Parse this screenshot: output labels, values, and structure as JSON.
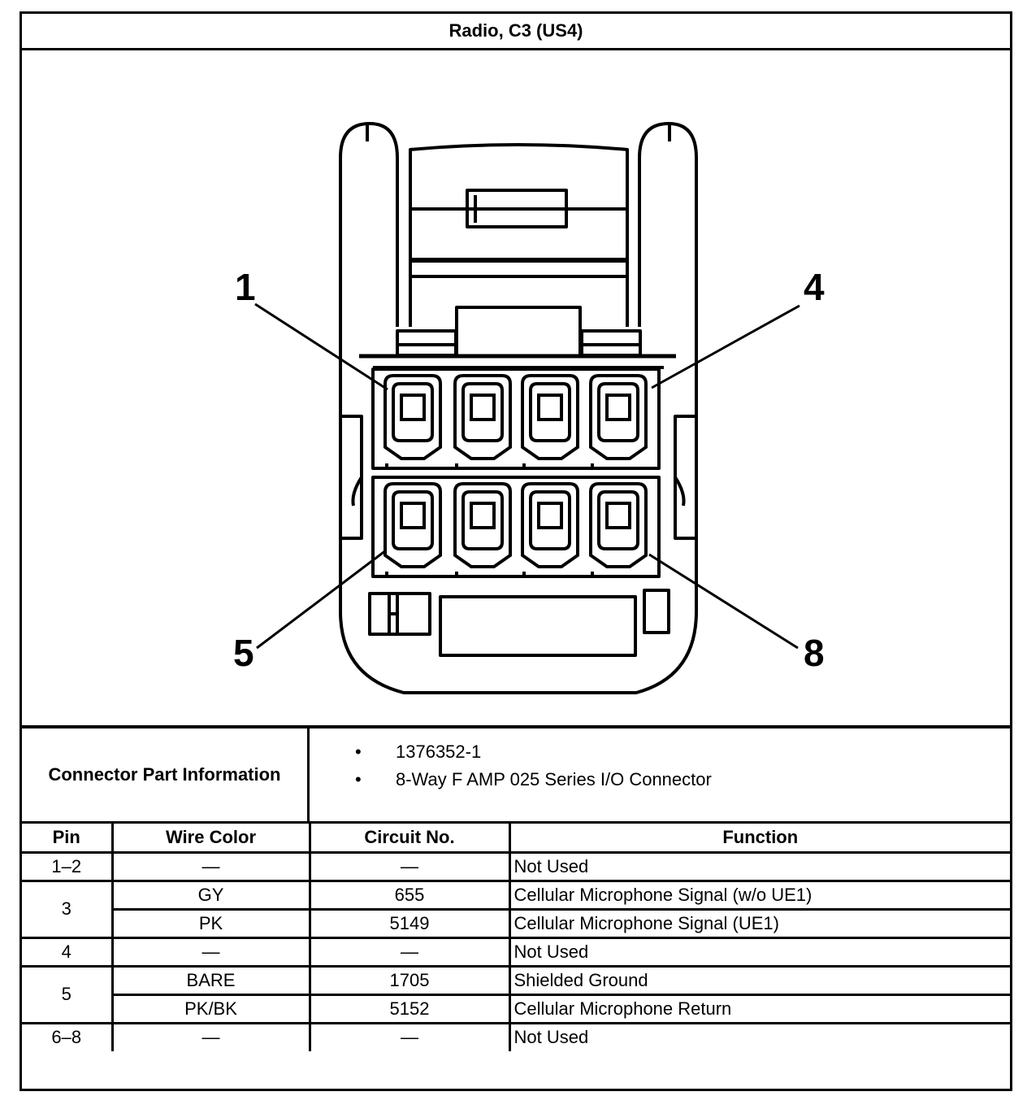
{
  "title": "Radio, C3 (US4)",
  "diagram": {
    "pin_labels": {
      "p1": "1",
      "p4": "4",
      "p5": "5",
      "p8": "8"
    }
  },
  "connector_part_info": {
    "label": "Connector Part Information",
    "items": [
      "1376352-1",
      "8-Way F AMP 025 Series I/O Connector"
    ],
    "bullet": "•"
  },
  "table": {
    "headers": {
      "pin": "Pin",
      "wire_color": "Wire Color",
      "circuit_no": "Circuit No.",
      "function": "Function"
    },
    "rows": [
      {
        "pin": "1–2",
        "wire_color": "—",
        "circuit_no": "—",
        "function": "Not Used"
      },
      {
        "pin": "3",
        "wire_color": "GY",
        "circuit_no": "655",
        "function": "Cellular Microphone Signal (w/o UE1)"
      },
      {
        "pin": "",
        "wire_color": "PK",
        "circuit_no": "5149",
        "function": "Cellular Microphone Signal (UE1)"
      },
      {
        "pin": "4",
        "wire_color": "—",
        "circuit_no": "—",
        "function": "Not Used"
      },
      {
        "pin": "5",
        "wire_color": "BARE",
        "circuit_no": "1705",
        "function": "Shielded Ground"
      },
      {
        "pin": "",
        "wire_color": "PK/BK",
        "circuit_no": "5152",
        "function": "Cellular Microphone Return"
      },
      {
        "pin": "6–8",
        "wire_color": "—",
        "circuit_no": "—",
        "function": "Not Used"
      }
    ]
  }
}
